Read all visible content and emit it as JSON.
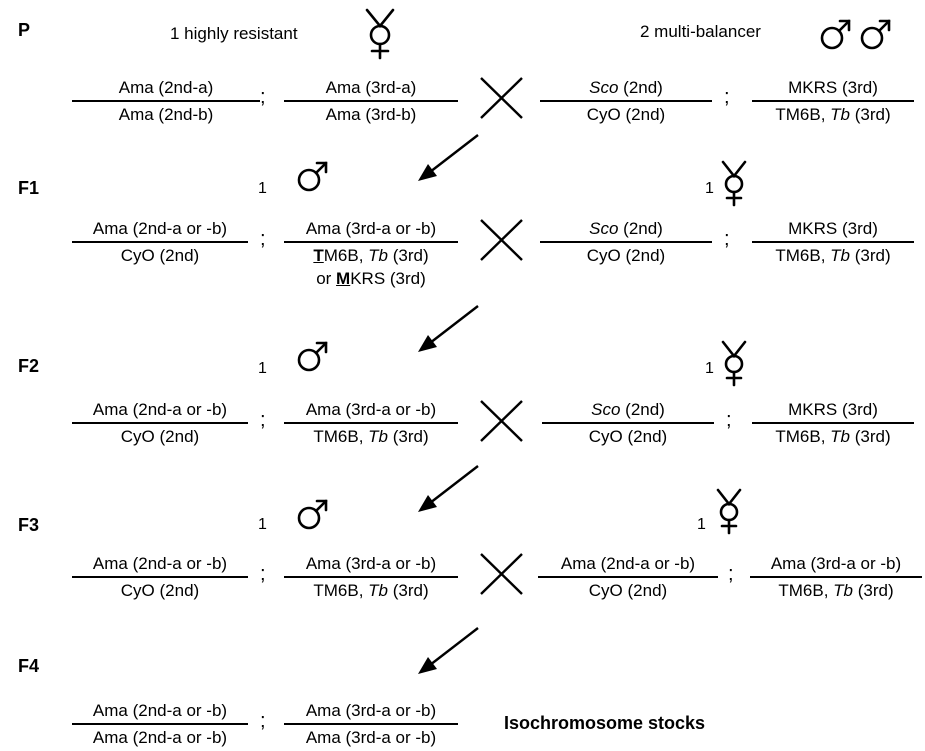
{
  "generations": [
    "P",
    "F1",
    "F2",
    "F3",
    "F4"
  ],
  "p_row": {
    "female_label": "1 highly resistant",
    "male_label": "2 multi-balancer",
    "left_1": {
      "top": "Ama (2nd-a)",
      "bottom": "Ama (2nd-b)"
    },
    "left_2": {
      "top": "Ama (3rd-a)",
      "bottom": "Ama (3rd-b)"
    },
    "right_1": {
      "top_italic": "Sco",
      "top_rest": " (2nd)",
      "bottom": "CyO (2nd)"
    },
    "right_2": {
      "top": "MKRS (3rd)",
      "bottom_a": "TM6B, ",
      "bottom_italic": "Tb",
      "bottom_b": " (3rd)"
    }
  },
  "f1_row": {
    "male_count": "1",
    "female_count": "1",
    "left_1": {
      "top": "Ama (2nd-a or -b)",
      "bottom": "CyO (2nd)"
    },
    "left_2": {
      "top": "Ama (3rd-a or -b)",
      "bottom_line1_u": "T",
      "bottom_line1_rest": "M6B, ",
      "bottom_line1_italic": "Tb",
      "bottom_line1_end": " (3rd)",
      "bottom_line2_pre": "or ",
      "bottom_line2_u": "M",
      "bottom_line2_rest": "KRS (3rd)"
    },
    "right_1": {
      "top_italic": "Sco",
      "top_rest": " (2nd)",
      "bottom": "CyO (2nd)"
    },
    "right_2": {
      "top": "MKRS (3rd)",
      "bottom_a": "TM6B, ",
      "bottom_italic": "Tb",
      "bottom_b": " (3rd)"
    }
  },
  "f2_row": {
    "male_count": "1",
    "female_count": "1",
    "left_1": {
      "top": "Ama (2nd-a or -b)",
      "bottom": "CyO (2nd)"
    },
    "left_2": {
      "top": "Ama (3rd-a or -b)",
      "bottom_a": "TM6B, ",
      "bottom_italic": "Tb",
      "bottom_b": " (3rd)"
    },
    "right_1": {
      "top_italic": "Sco",
      "top_rest": " (2nd)",
      "bottom": "CyO (2nd)"
    },
    "right_2": {
      "top": "MKRS (3rd)",
      "bottom_a": "TM6B, ",
      "bottom_italic": "Tb",
      "bottom_b": " (3rd)"
    }
  },
  "f3_row": {
    "male_count": "1",
    "female_count": "1",
    "left_1": {
      "top": "Ama (2nd-a or -b)",
      "bottom": "CyO (2nd)"
    },
    "left_2": {
      "top": "Ama (3rd-a or -b)",
      "bottom_a": "TM6B, ",
      "bottom_italic": "Tb",
      "bottom_b": " (3rd)"
    },
    "right_1": {
      "top": "Ama (2nd-a or -b)",
      "bottom": "CyO (2nd)"
    },
    "right_2": {
      "top": "Ama (3rd-a or -b)",
      "bottom_a": "TM6B, ",
      "bottom_italic": "Tb",
      "bottom_b": " (3rd)"
    }
  },
  "f4_row": {
    "left_1": {
      "top": "Ama (2nd-a or -b)",
      "bottom": "Ama (2nd-a or -b)"
    },
    "left_2": {
      "top": "Ama (3rd-a or -b)",
      "bottom": "Ama (3rd-a or -b)"
    },
    "result_label": "Isochromosome stocks"
  },
  "semicolon": ";",
  "icons": {
    "female": "female-symbol-icon",
    "male": "male-symbol-icon",
    "cross": "cross-x-icon",
    "arrow": "down-left-arrow-icon"
  }
}
